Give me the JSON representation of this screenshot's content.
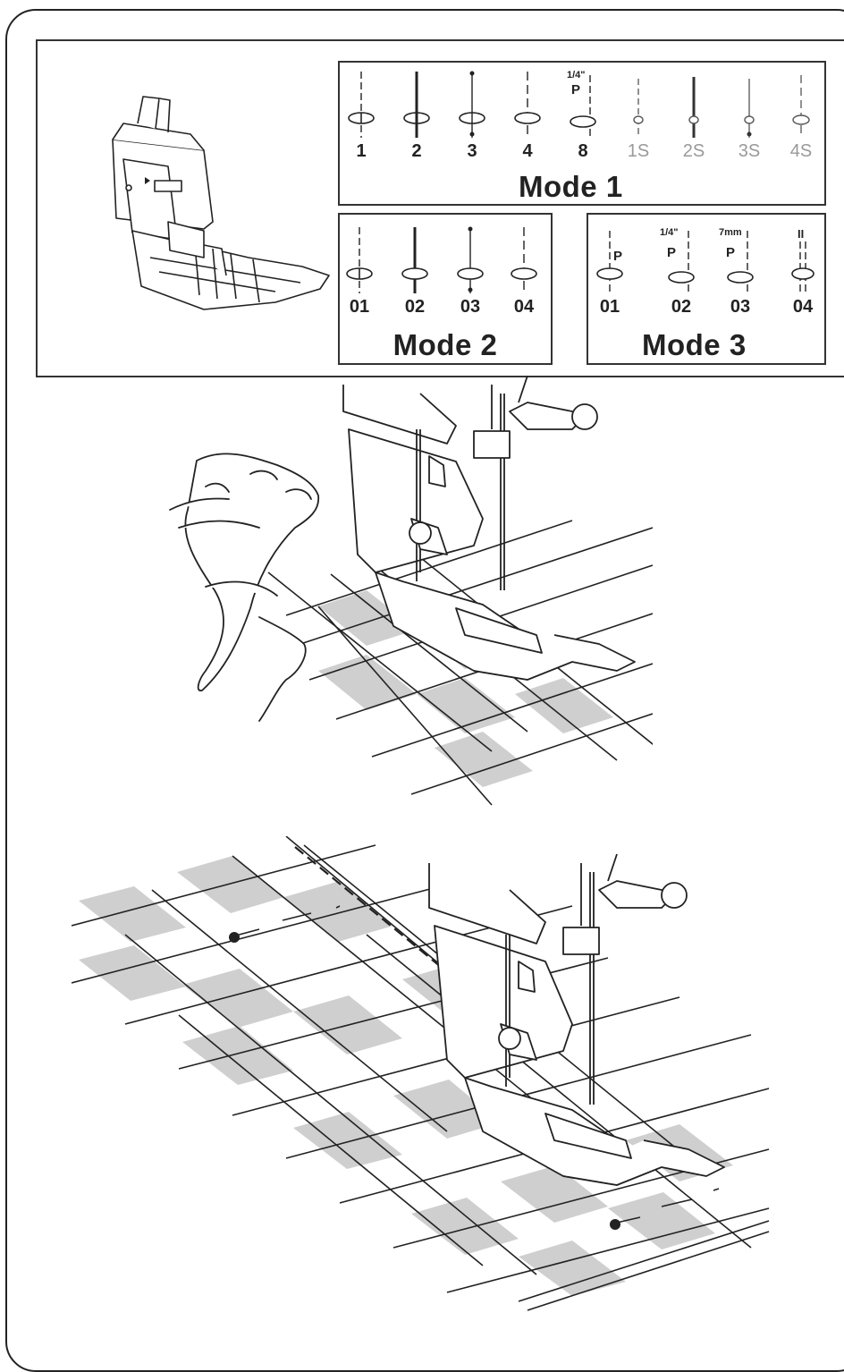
{
  "modes": [
    {
      "label": "Mode 1",
      "stitches": [
        {
          "num": "1",
          "type": "straight-dash"
        },
        {
          "num": "2",
          "type": "bold-straight"
        },
        {
          "num": "3",
          "type": "straight-dot"
        },
        {
          "num": "4",
          "type": "straight-dash"
        },
        {
          "num": "8",
          "type": "quarter-inch",
          "cap": "1/4\"",
          "letter": "P"
        },
        {
          "num": "1S",
          "type": "short-dash",
          "dim": true
        },
        {
          "num": "2S",
          "type": "short-bold",
          "dim": true
        },
        {
          "num": "3S",
          "type": "short-dot",
          "dim": true
        },
        {
          "num": "4S",
          "type": "short-dash",
          "dim": true
        }
      ]
    },
    {
      "label": "Mode 2",
      "stitches": [
        {
          "num": "01",
          "type": "straight-dash"
        },
        {
          "num": "02",
          "type": "bold-straight"
        },
        {
          "num": "03",
          "type": "straight-dot"
        },
        {
          "num": "04",
          "type": "straight-dash"
        }
      ]
    },
    {
      "label": "Mode 3",
      "stitches": [
        {
          "num": "01",
          "type": "patch",
          "letter": "P"
        },
        {
          "num": "02",
          "type": "patch",
          "cap": "1/4\"",
          "letter": "P"
        },
        {
          "num": "03",
          "type": "patch",
          "cap": "7mm",
          "letter": "P"
        },
        {
          "num": "04",
          "type": "parallel",
          "cap": "II"
        }
      ]
    }
  ],
  "colors": {
    "line": "#222222",
    "fabric_shade": "#cfcfcf",
    "background": "#ffffff"
  },
  "icons": [
    "presser-foot-icon",
    "hand-icon",
    "fabric-grid",
    "sewing-foot-assembly"
  ]
}
